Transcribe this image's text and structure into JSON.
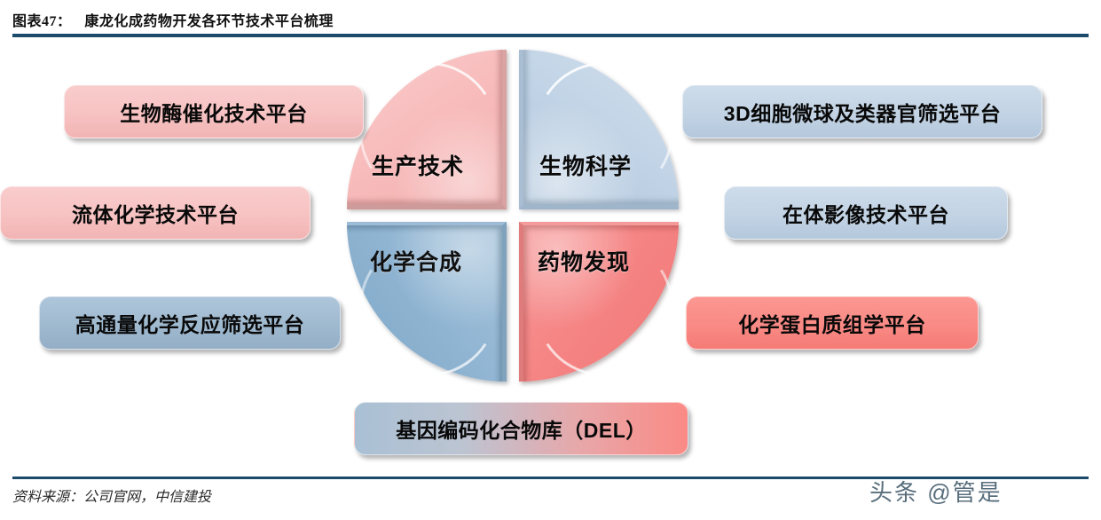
{
  "header": {
    "figure_number": "图表47：",
    "title": "康龙化成药物开发各环节技术平台梳理"
  },
  "footer": {
    "source": "资料来源：公司官网，中信建投",
    "watermark": "头条 @管是"
  },
  "wheel": {
    "quadrants": [
      {
        "id": "production-technology",
        "label": "生产技术",
        "position": "top-left",
        "color": "#f8bdbd"
      },
      {
        "id": "biological-science",
        "label": "生物科学",
        "position": "top-right",
        "color": "#c2d4e6"
      },
      {
        "id": "chemical-synthesis",
        "label": "化学合成",
        "position": "bottom-left",
        "color": "#8fb4d2"
      },
      {
        "id": "drug-discovery",
        "label": "药物发现",
        "position": "bottom-right",
        "color": "#f58383"
      }
    ]
  },
  "callouts": {
    "left": [
      {
        "id": "enzyme-catalysis",
        "label": "生物酶催化技术平台",
        "color": "#f7c2c2"
      },
      {
        "id": "flow-chemistry",
        "label": "流体化学技术平台",
        "color": "#f7c2c2"
      },
      {
        "id": "hts-chemistry",
        "label": "高通量化学反应筛选平台",
        "color": "#9fb9cf"
      }
    ],
    "right": [
      {
        "id": "3d-spheroid-organoid",
        "label": "3D细胞微球及类器官筛选平台",
        "color": "#c2d3e4"
      },
      {
        "id": "in-vivo-imaging",
        "label": "在体影像技术平台",
        "color": "#c2d3e4"
      },
      {
        "id": "chemical-proteomics",
        "label": "化学蛋白质组学平台",
        "color": "#fa8a85"
      }
    ],
    "bottom": [
      {
        "id": "del-library",
        "label": "基因编码化合物库（DEL）",
        "color": "#a9c0d4 → #fa8a85"
      }
    ]
  },
  "colors": {
    "rule": "#1b4a6b",
    "pink": "#f8bdbd",
    "light_blue": "#c2d4e6",
    "medium_blue": "#8fb4d2",
    "coral": "#f58383",
    "background": "#ffffff"
  }
}
